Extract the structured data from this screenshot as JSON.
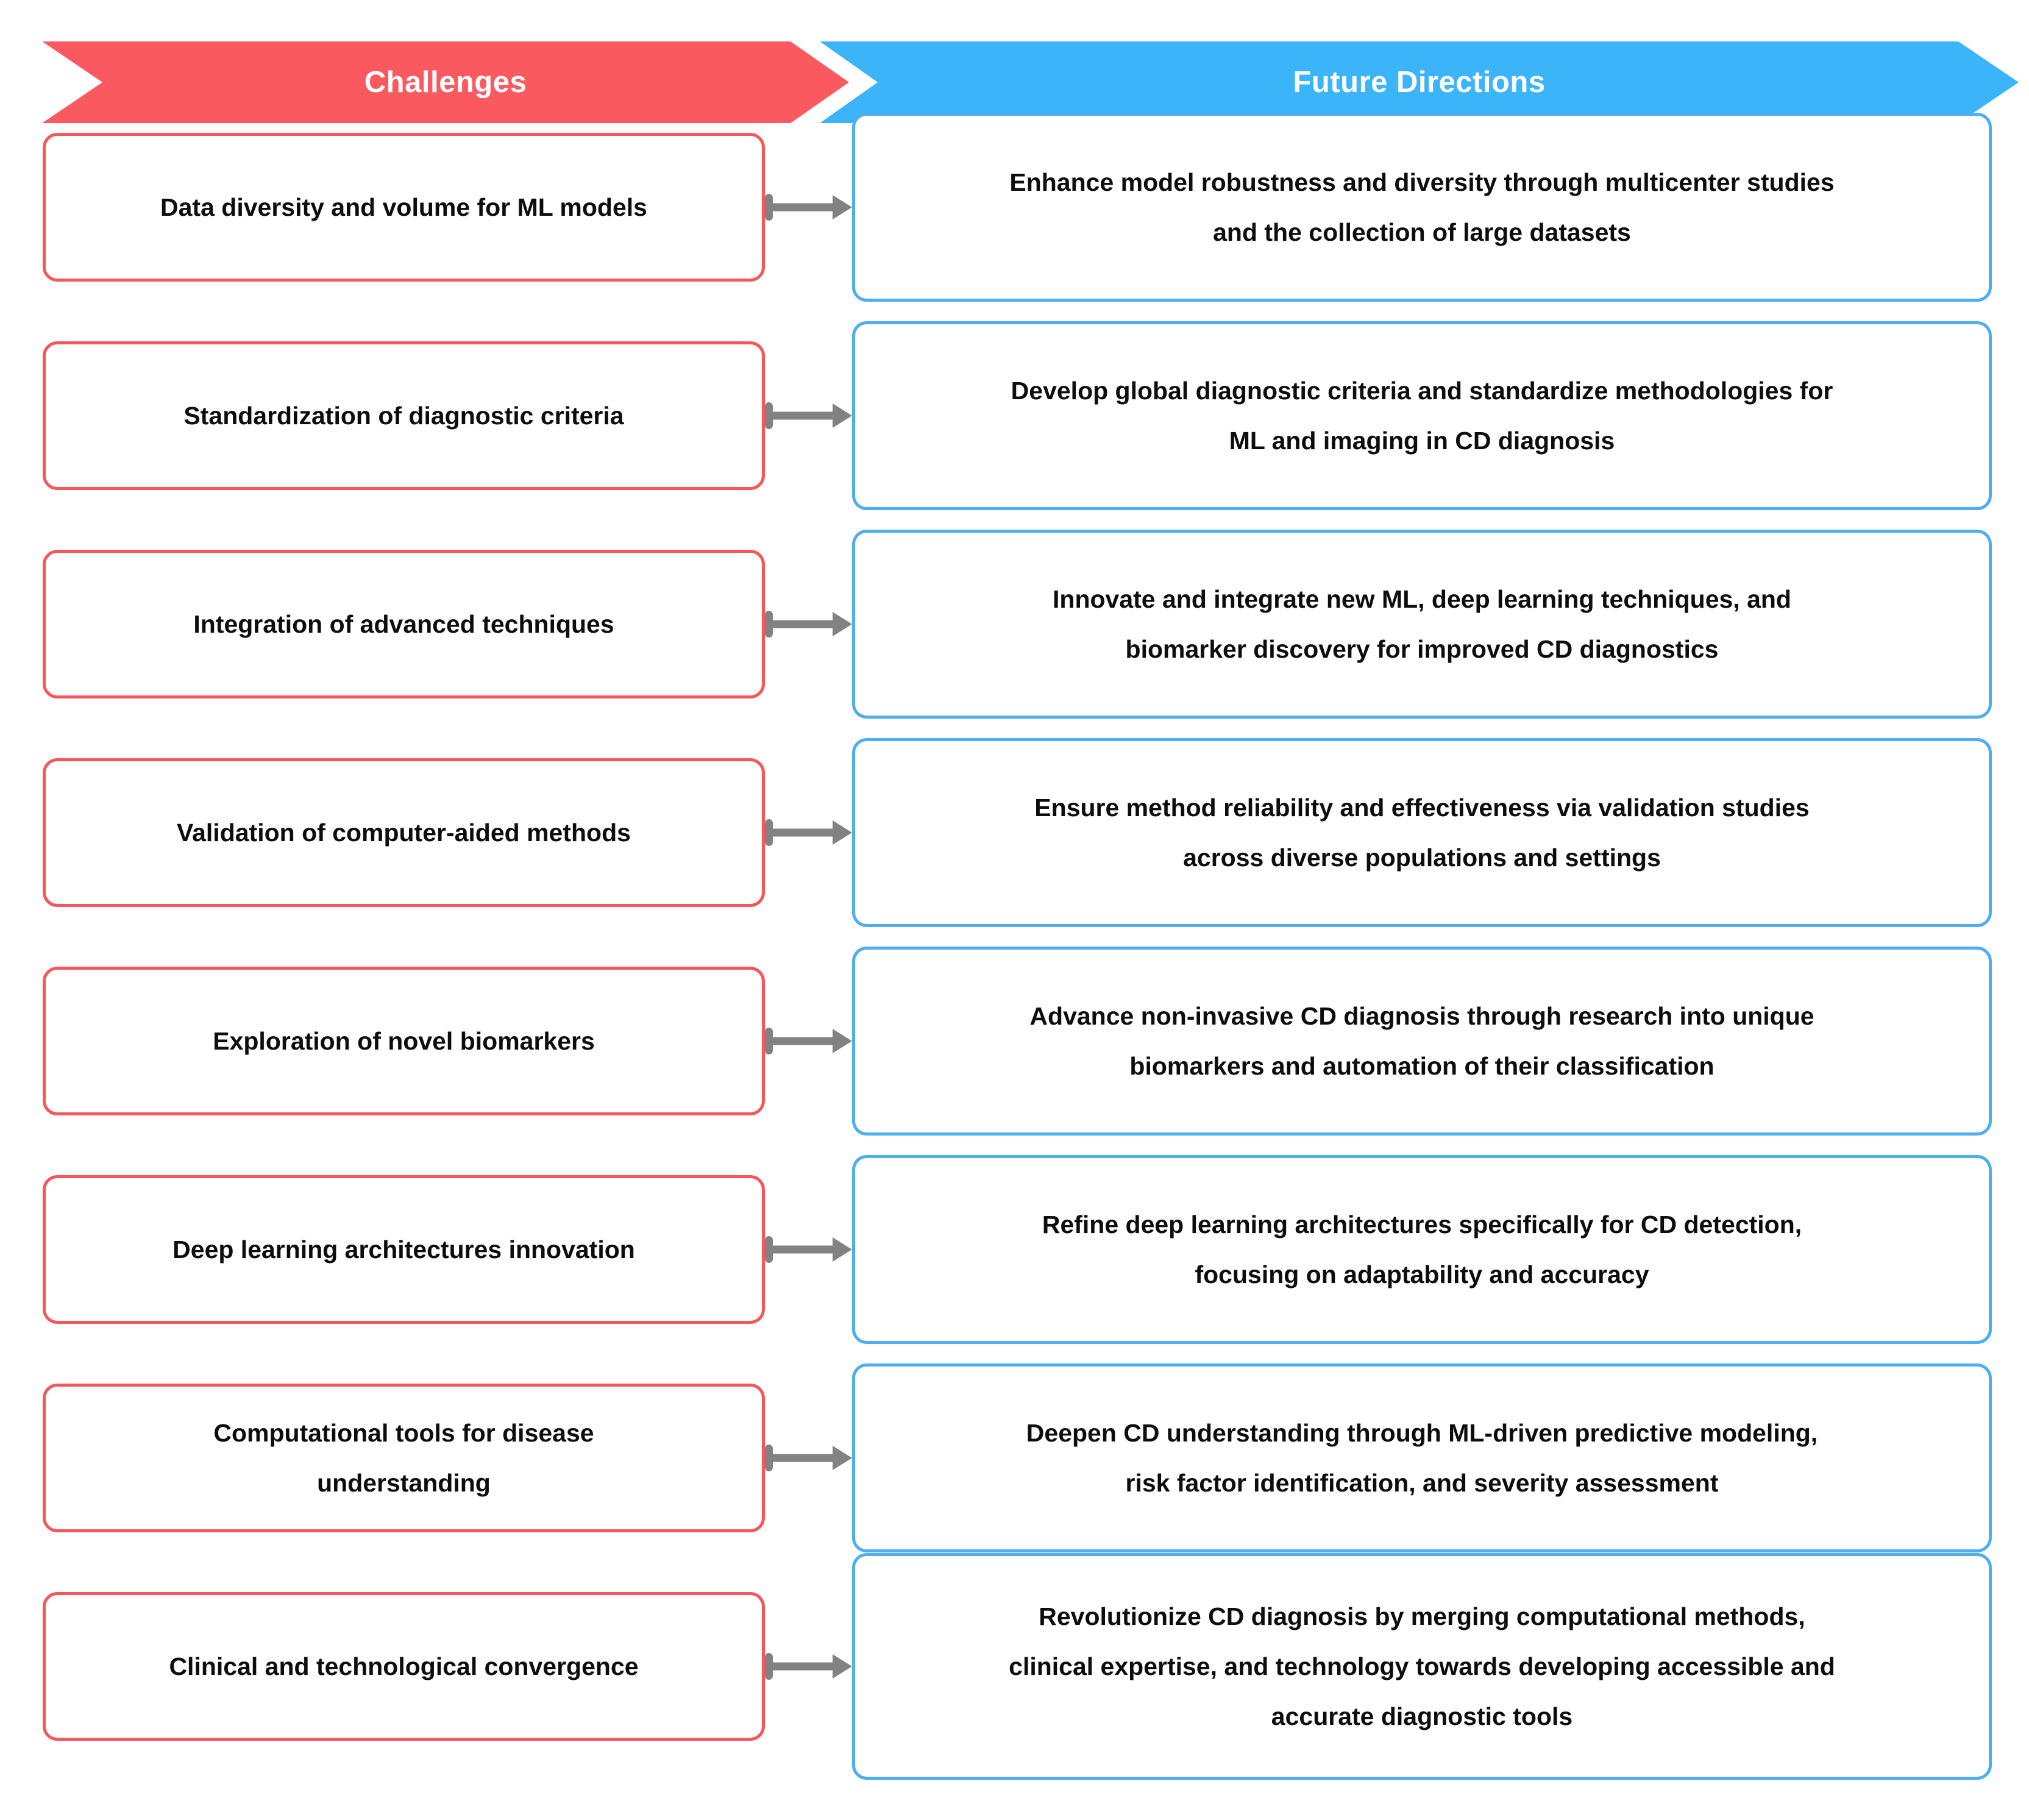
{
  "header": {
    "challenges_label": "Challenges",
    "future_label": "Future Directions"
  },
  "colors": {
    "red": "#FA5A5F",
    "red_border": "#F6575D",
    "blue": "#3BB4FA",
    "blue_border": "#4FAEEF",
    "arrow_gray": "#828282"
  },
  "rows": [
    {
      "challenge": "Data diversity and volume for ML models",
      "future": "Enhance model robustness and diversity through multicenter studies\nand the collection of large datasets"
    },
    {
      "challenge": "Standardization of diagnostic criteria",
      "future": "Develop global diagnostic criteria and standardize methodologies for\nML and imaging in CD diagnosis"
    },
    {
      "challenge": "Integration of advanced techniques",
      "future": "Innovate and integrate new ML, deep learning techniques, and\nbiomarker discovery for improved CD diagnostics"
    },
    {
      "challenge": "Validation of computer-aided methods",
      "future": "Ensure method reliability and effectiveness via validation studies\nacross diverse populations and settings"
    },
    {
      "challenge": "Exploration of novel biomarkers",
      "future": "Advance non-invasive CD diagnosis through research into unique\nbiomarkers and automation of their classification"
    },
    {
      "challenge": "Deep learning architectures innovation",
      "future": "Refine deep learning architectures specifically for CD detection,\nfocusing on adaptability and accuracy"
    },
    {
      "challenge": "Computational tools for disease\nunderstanding",
      "future": "Deepen CD understanding through ML-driven predictive modeling,\nrisk factor identification, and severity assessment"
    },
    {
      "challenge": "Clinical and technological convergence",
      "future": "Revolutionize CD diagnosis by merging computational methods,\nclinical expertise, and technology towards developing accessible and\naccurate diagnostic tools"
    }
  ]
}
